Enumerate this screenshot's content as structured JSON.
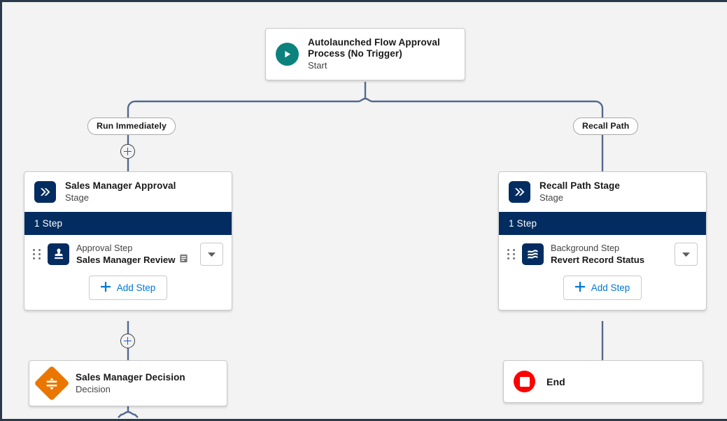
{
  "canvas": {
    "background_color": "#f3f3f3",
    "border_color": "#2b3a4a"
  },
  "colors": {
    "navy": "#032d60",
    "teal": "#0b827c",
    "orange": "#ea7600",
    "red": "#fe0000",
    "link_blue": "#0176d3",
    "plus_blue": "#1b5dbb",
    "connector": "#54698d"
  },
  "start_node": {
    "icon": "play-icon",
    "title": "Autolaunched Flow Approval Process (No Trigger)",
    "subtitle": "Start"
  },
  "paths": [
    {
      "label": "Run Immediately",
      "has_plus": true
    },
    {
      "label": "Recall Path",
      "has_plus": false
    }
  ],
  "stages": [
    {
      "icon": "double-chevron-icon",
      "title": "Sales Manager Approval",
      "subtitle": "Stage",
      "step_count_label": "1 Step",
      "step": {
        "drag_handle": "drag-handle-icon",
        "icon": "approval-stamp-icon",
        "kind": "Approval Step",
        "name": "Sales Manager Review",
        "note_icon": "description-icon",
        "menu_icon": "chevron-down-icon"
      },
      "add_step_label": "Add Step"
    },
    {
      "icon": "double-chevron-icon",
      "title": "Recall Path Stage",
      "subtitle": "Stage",
      "step_count_label": "1 Step",
      "step": {
        "drag_handle": "drag-handle-icon",
        "icon": "background-flow-icon",
        "kind": "Background Step",
        "name": "Revert Record Status",
        "note_icon": null,
        "menu_icon": "chevron-down-icon"
      },
      "add_step_label": "Add Step"
    }
  ],
  "decision_node": {
    "icon": "decision-diamond-icon",
    "title": "Sales Manager Decision",
    "subtitle": "Decision"
  },
  "end_node": {
    "icon": "stop-icon",
    "title": "End"
  }
}
